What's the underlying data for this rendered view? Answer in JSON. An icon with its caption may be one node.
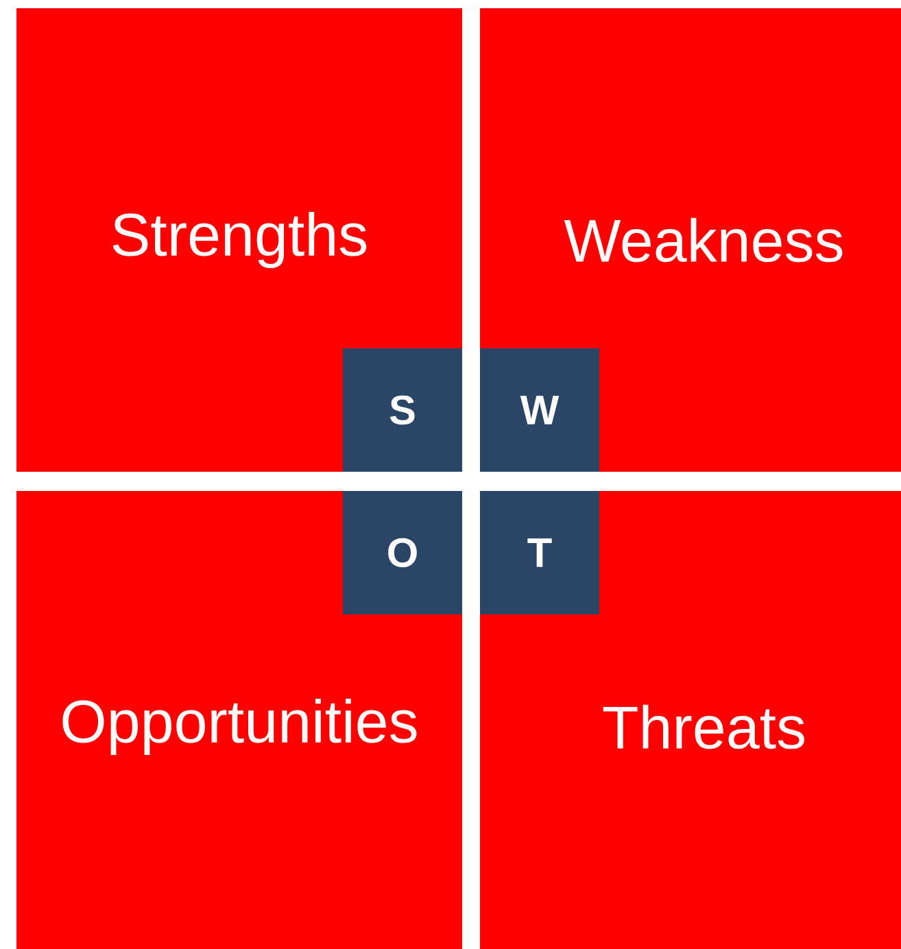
{
  "diagram": {
    "nodes": [
      {
        "text": [
          "Strengths"
        ]
      },
      {
        "text": [
          "S"
        ],
        "in": 0
      },
      {
        "text": [
          "Weakness"
        ]
      },
      {
        "text": [
          "W"
        ],
        "in": 2
      },
      {
        "text": [
          "Opportunities"
        ]
      },
      {
        "text": [
          "O"
        ],
        "in": 4
      },
      {
        "text": [
          "Threats"
        ]
      },
      {
        "text": [
          "T"
        ],
        "in": 6
      }
    ]
  }
}
